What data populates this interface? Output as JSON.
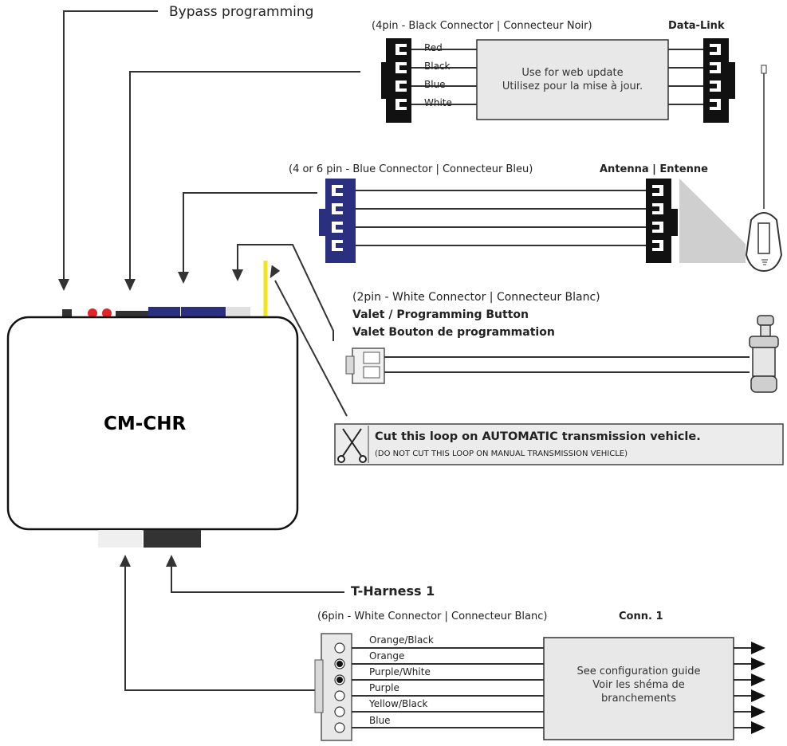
{
  "module": {
    "name": "CM-CHR"
  },
  "bypass": {
    "label": "Bypass programming"
  },
  "datalink": {
    "header": "(4pin - Black Connector | Connecteur Noir)",
    "title": "Data-Link",
    "wires": [
      "Red",
      "Black",
      "Blue",
      "White"
    ],
    "note_line1": "Use for web update",
    "note_line2": "Utilisez pour la mise à jour."
  },
  "antenna": {
    "header": "(4 or 6 pin - Blue Connector | Connecteur Bleu)",
    "title": "Antenna | Entenne"
  },
  "valet": {
    "header": "(2pin - White Connector | Connecteur Blanc)",
    "title_line1": "Valet / Programming Button",
    "title_line2": "Valet Bouton de programmation"
  },
  "cut_loop": {
    "main": "Cut this loop on AUTOMATIC transmission vehicle.",
    "sub": "(DO NOT CUT THIS LOOP ON MANUAL TRANSMISSION VEHICLE)"
  },
  "harness": {
    "title": "T-Harness 1",
    "header": "(6pin - White Connector | Connecteur Blanc)",
    "conn": "Conn. 1",
    "wires": [
      "Orange/Black",
      "Orange",
      "Purple/White",
      "Purple",
      "Yellow/Black",
      "Blue"
    ],
    "note_line1": "See configuration guide",
    "note_line2": "Voir les shéma de",
    "note_line3": "branchements"
  },
  "colors": {
    "line": "#333333",
    "blue_connector": "#2a2f7f",
    "yellow_wire": "#f2e61a",
    "red_led": "#e0242a",
    "gray_panel": "#e8e8e8",
    "gray_shape": "#cfcfcf"
  }
}
